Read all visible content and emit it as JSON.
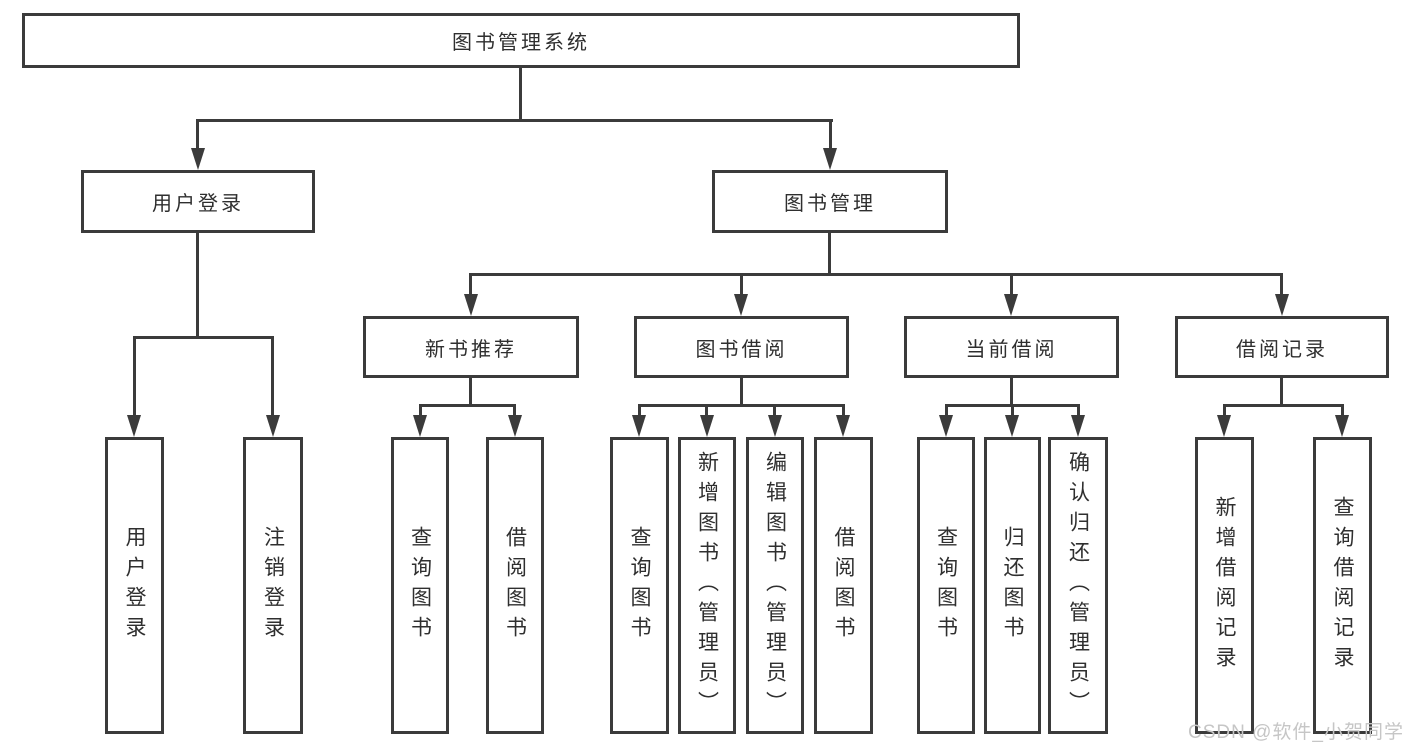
{
  "level1": {
    "label": "图书管理系统"
  },
  "level2": [
    {
      "label": "用户登录"
    },
    {
      "label": "图书管理"
    }
  ],
  "level3": [
    {
      "label": "新书推荐"
    },
    {
      "label": "图书借阅"
    },
    {
      "label": "当前借阅"
    },
    {
      "label": "借阅记录"
    }
  ],
  "level4": {
    "user_login_children": [
      {
        "label": "用户登录"
      },
      {
        "label": "注销登录"
      }
    ],
    "new_books_children": [
      {
        "label": "查询图书"
      },
      {
        "label": "借阅图书"
      }
    ],
    "book_borrow_children": [
      {
        "label": "查询图书"
      },
      {
        "label": "新增图书（管理员）"
      },
      {
        "label": "编辑图书（管理员）"
      },
      {
        "label": "借阅图书"
      }
    ],
    "current_borrow_children": [
      {
        "label": "查询图书"
      },
      {
        "label": "归还图书"
      },
      {
        "label": "确认归还（管理员）"
      }
    ],
    "borrow_records_children": [
      {
        "label": "新增借阅记录"
      },
      {
        "label": "查询借阅记录"
      }
    ]
  },
  "watermark": {
    "text": "CSDN @软件_小贺同学"
  },
  "colors": {
    "line": "#3b3b3b",
    "text": "#2f2f2f",
    "watermark": "#c6c6c6",
    "background": "#ffffff"
  }
}
